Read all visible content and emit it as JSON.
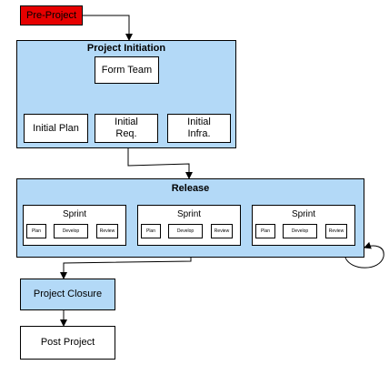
{
  "nodes": {
    "pre_project": "Pre-Project",
    "initiation_title": "Project  Initiation",
    "form_team": "Form Team",
    "initial_plan": "Initial Plan",
    "initial_req": "Initial\nReq.",
    "initial_infra": "Initial\nInfra.",
    "release_title": "Release",
    "sprints": [
      {
        "label": "Sprint",
        "plan": "Plan",
        "develop": "Develop",
        "review": "Review"
      },
      {
        "label": "Sprint",
        "plan": "Plan",
        "develop": "Develop",
        "review": "Review"
      },
      {
        "label": "Sprint",
        "plan": "Plan",
        "develop": "Develop",
        "review": "Review"
      }
    ],
    "project_closure": "Project Closure",
    "post_project": "Post Project"
  },
  "colors": {
    "phase_fill": "#b3d9f7",
    "start_fill": "#e60000"
  }
}
